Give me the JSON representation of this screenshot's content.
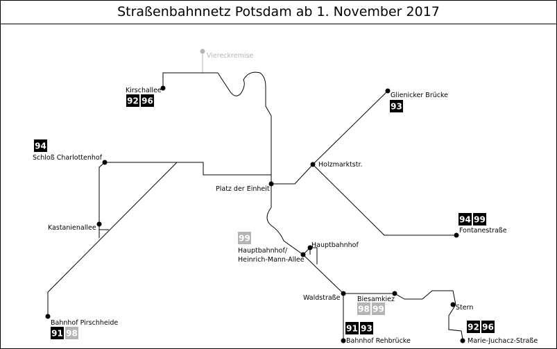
{
  "title": "Straßenbahnnetz Potsdam ab 1. November 2017",
  "colors": {
    "active": "#000000",
    "inactive": "#b4b4b4",
    "badge_text": "#ffffff"
  },
  "stops": [
    {
      "id": "viereckremise",
      "label": "Viereckremise",
      "status": "inactive"
    },
    {
      "id": "kirschallee",
      "label": "Kirschallee"
    },
    {
      "id": "glienicker-bruecke",
      "label": "Glienicker Brücke"
    },
    {
      "id": "schloss-charlottenhof",
      "label": "Schloß Charlottenhof"
    },
    {
      "id": "holzmarktstr",
      "label": "Holzmarktstr."
    },
    {
      "id": "platz-der-einheit",
      "label": "Platz der Einheit"
    },
    {
      "id": "kastanienallee",
      "label": "Kastanienallee"
    },
    {
      "id": "fontanestrasse",
      "label": "Fontanestraße"
    },
    {
      "id": "hauptbahnhof",
      "label": "Hauptbahnhof"
    },
    {
      "id": "hauptbahnhof-hma-1",
      "label": "Hauptbahnhof/"
    },
    {
      "id": "hauptbahnhof-hma-2",
      "label": "Heinrich-Mann-Allee"
    },
    {
      "id": "waldstrasse",
      "label": "Waldstraße"
    },
    {
      "id": "biesamkiez",
      "label": "Biesamkiez"
    },
    {
      "id": "stern",
      "label": "Stern"
    },
    {
      "id": "bahnhof-pirschheide",
      "label": "Bahnhof Pirschheide"
    },
    {
      "id": "bahnhof-rehbruecke",
      "label": "Bahnhof Rehbrücke"
    },
    {
      "id": "marie-juchacz-strasse",
      "label": "Marie-Juchacz-Straße"
    }
  ],
  "line_badges": {
    "kirschallee": [
      {
        "line": "92",
        "status": "active"
      },
      {
        "line": "96",
        "status": "active"
      }
    ],
    "glienicker_bruecke": [
      {
        "line": "93",
        "status": "active"
      }
    ],
    "schloss_charlottenhof": [
      {
        "line": "94",
        "status": "active"
      }
    ],
    "fontanestrasse": [
      {
        "line": "94",
        "status": "active"
      },
      {
        "line": "99",
        "status": "active"
      }
    ],
    "hauptbahnhof_hma": [
      {
        "line": "99",
        "status": "inactive"
      }
    ],
    "biesamkiez": [
      {
        "line": "98",
        "status": "inactive"
      },
      {
        "line": "99",
        "status": "inactive"
      }
    ],
    "bahnhof_pirschheide": [
      {
        "line": "91",
        "status": "active"
      },
      {
        "line": "98",
        "status": "inactive"
      }
    ],
    "bahnhof_rehbruecke": [
      {
        "line": "91",
        "status": "active"
      },
      {
        "line": "93",
        "status": "active"
      }
    ],
    "marie_juchacz_strasse": [
      {
        "line": "92",
        "status": "active"
      },
      {
        "line": "96",
        "status": "active"
      }
    ]
  }
}
